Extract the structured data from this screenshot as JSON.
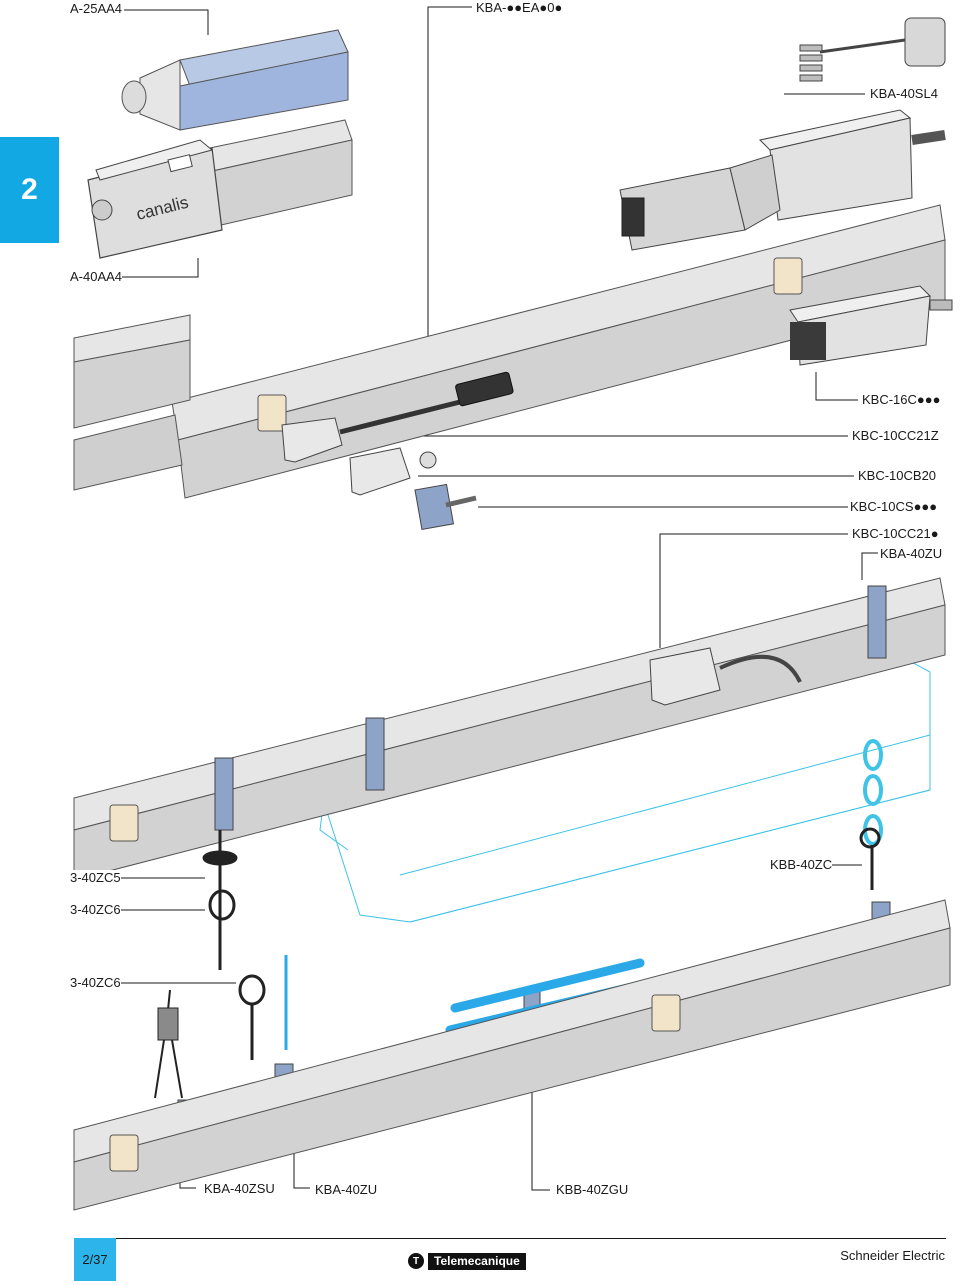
{
  "section_tab": "2",
  "product_labels": {
    "kba_25aa4": "A-25AA4",
    "kba_ea0": "KBA-●●EA●0●",
    "kba_40sl4": "KBA-40SL4",
    "canalis_print": "canalis",
    "kba_40aa4": "A-40AA4",
    "kbc_16c": "KBC-16C●●●",
    "kbc_10cc21z": "KBC-10CC21Z",
    "kbc_10cb20": "KBC-10CB20",
    "kbc_10cs": "KBC-10CS●●●",
    "kbc_10cc21": "KBC-10CC21●",
    "kba_40zu_top": "KBA-40ZU",
    "kbb_40zc5": "3-40ZC5",
    "kbb_40zc": "KBB-40ZC",
    "kbb_40zc6_a": "3-40ZC6",
    "kbb_40zc6_b": "3-40ZC6",
    "kba_40zsu": "KBA-40ZSU",
    "kba_40zu_bottom": "KBA-40ZU",
    "kbb_40zgu": "KBB-40ZGU"
  },
  "footer": {
    "page_number": "2/37",
    "brand_mark": "T",
    "brand": "Telemecanique",
    "company": "Schneider Electric"
  },
  "colors": {
    "tab_blue": "#11a8e4",
    "page_box_blue": "#2db4ea",
    "trunk_fill": "#d2d2d2",
    "trunk_top": "#e6e6e6",
    "bracket_blue": "#8ea3c8",
    "luminaire_cyan": "#3fc3e6",
    "accent_blue": "#2ba8e8"
  },
  "icons": [
    "busbar-trunking",
    "feed-unit",
    "tap-off-connector",
    "suspension-bracket",
    "chain",
    "eye-bolt",
    "threaded-rod",
    "luminaire-outline"
  ]
}
